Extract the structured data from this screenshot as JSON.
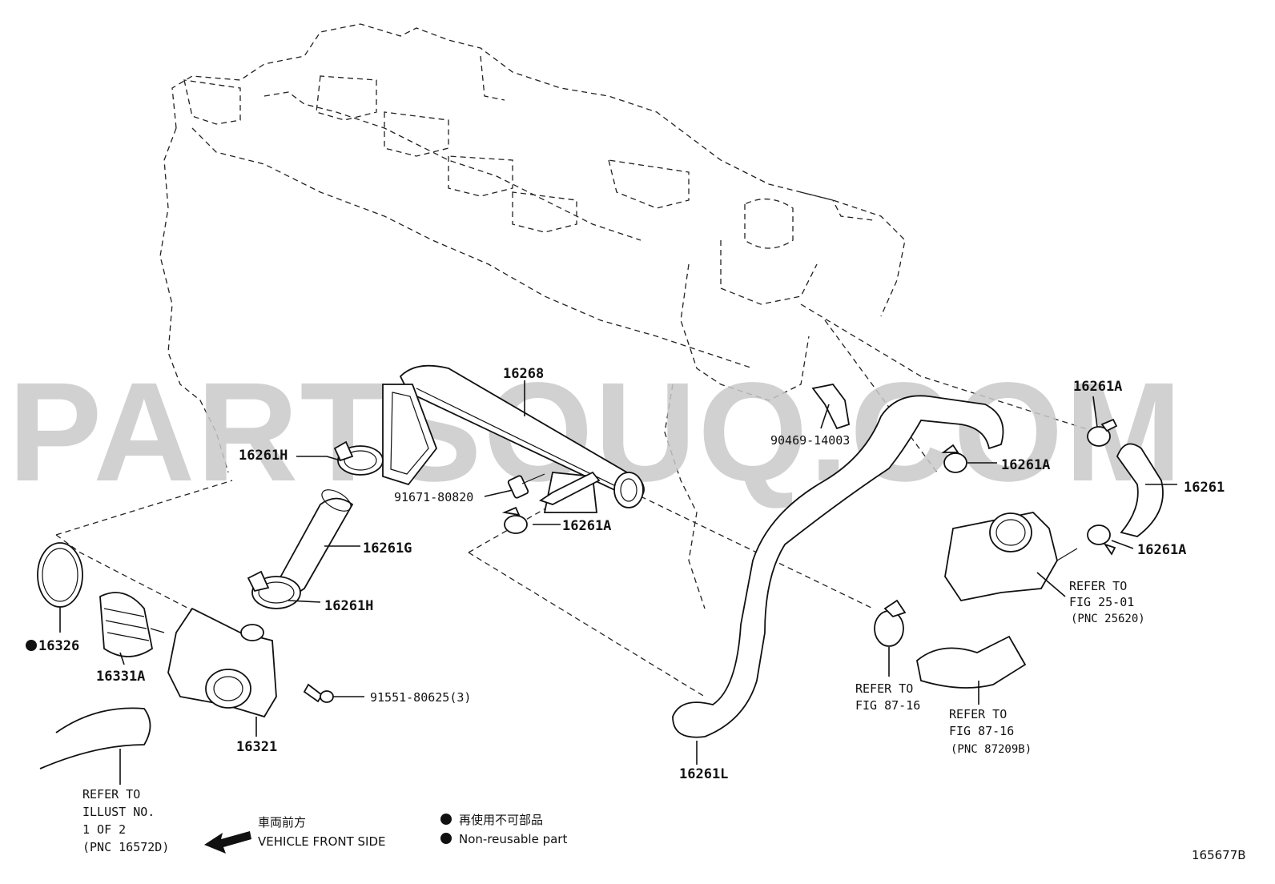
{
  "watermark": "PARTSOUQ.COM",
  "parts": {
    "p16268": "16268",
    "p16261H_top": "16261H",
    "p16261G": "16261G",
    "p16261H_bottom": "16261H",
    "p91671": "91671-80820",
    "p16261A_mid": "16261A",
    "p90469": "90469-14003",
    "p16261A_right1": "16261A",
    "p16261A_right2": "16261A",
    "p16261A_right3": "16261A",
    "p16261": "16261",
    "p16326": "16326",
    "p16331A": "16331A",
    "p16321": "16321",
    "p91551": "91551-80625(3)",
    "p16261L": "16261L"
  },
  "refs": {
    "fig2501": [
      "REFER TO",
      "FIG 25-01",
      "(PNC 25620)"
    ],
    "fig8716a": [
      "REFER TO",
      "FIG 87-16"
    ],
    "fig8716b": [
      "REFER TO",
      "FIG 87-16",
      "(PNC 87209B)"
    ],
    "illust": [
      "REFER TO",
      "ILLUST NO.",
      "1 OF 2",
      "(PNC 16572D)"
    ]
  },
  "direction": {
    "jp": "車両前方",
    "en": "VEHICLE FRONT SIDE"
  },
  "legend": {
    "jp": "再使用不可部品",
    "en": "Non-reusable part"
  },
  "figure_id": "165677B"
}
